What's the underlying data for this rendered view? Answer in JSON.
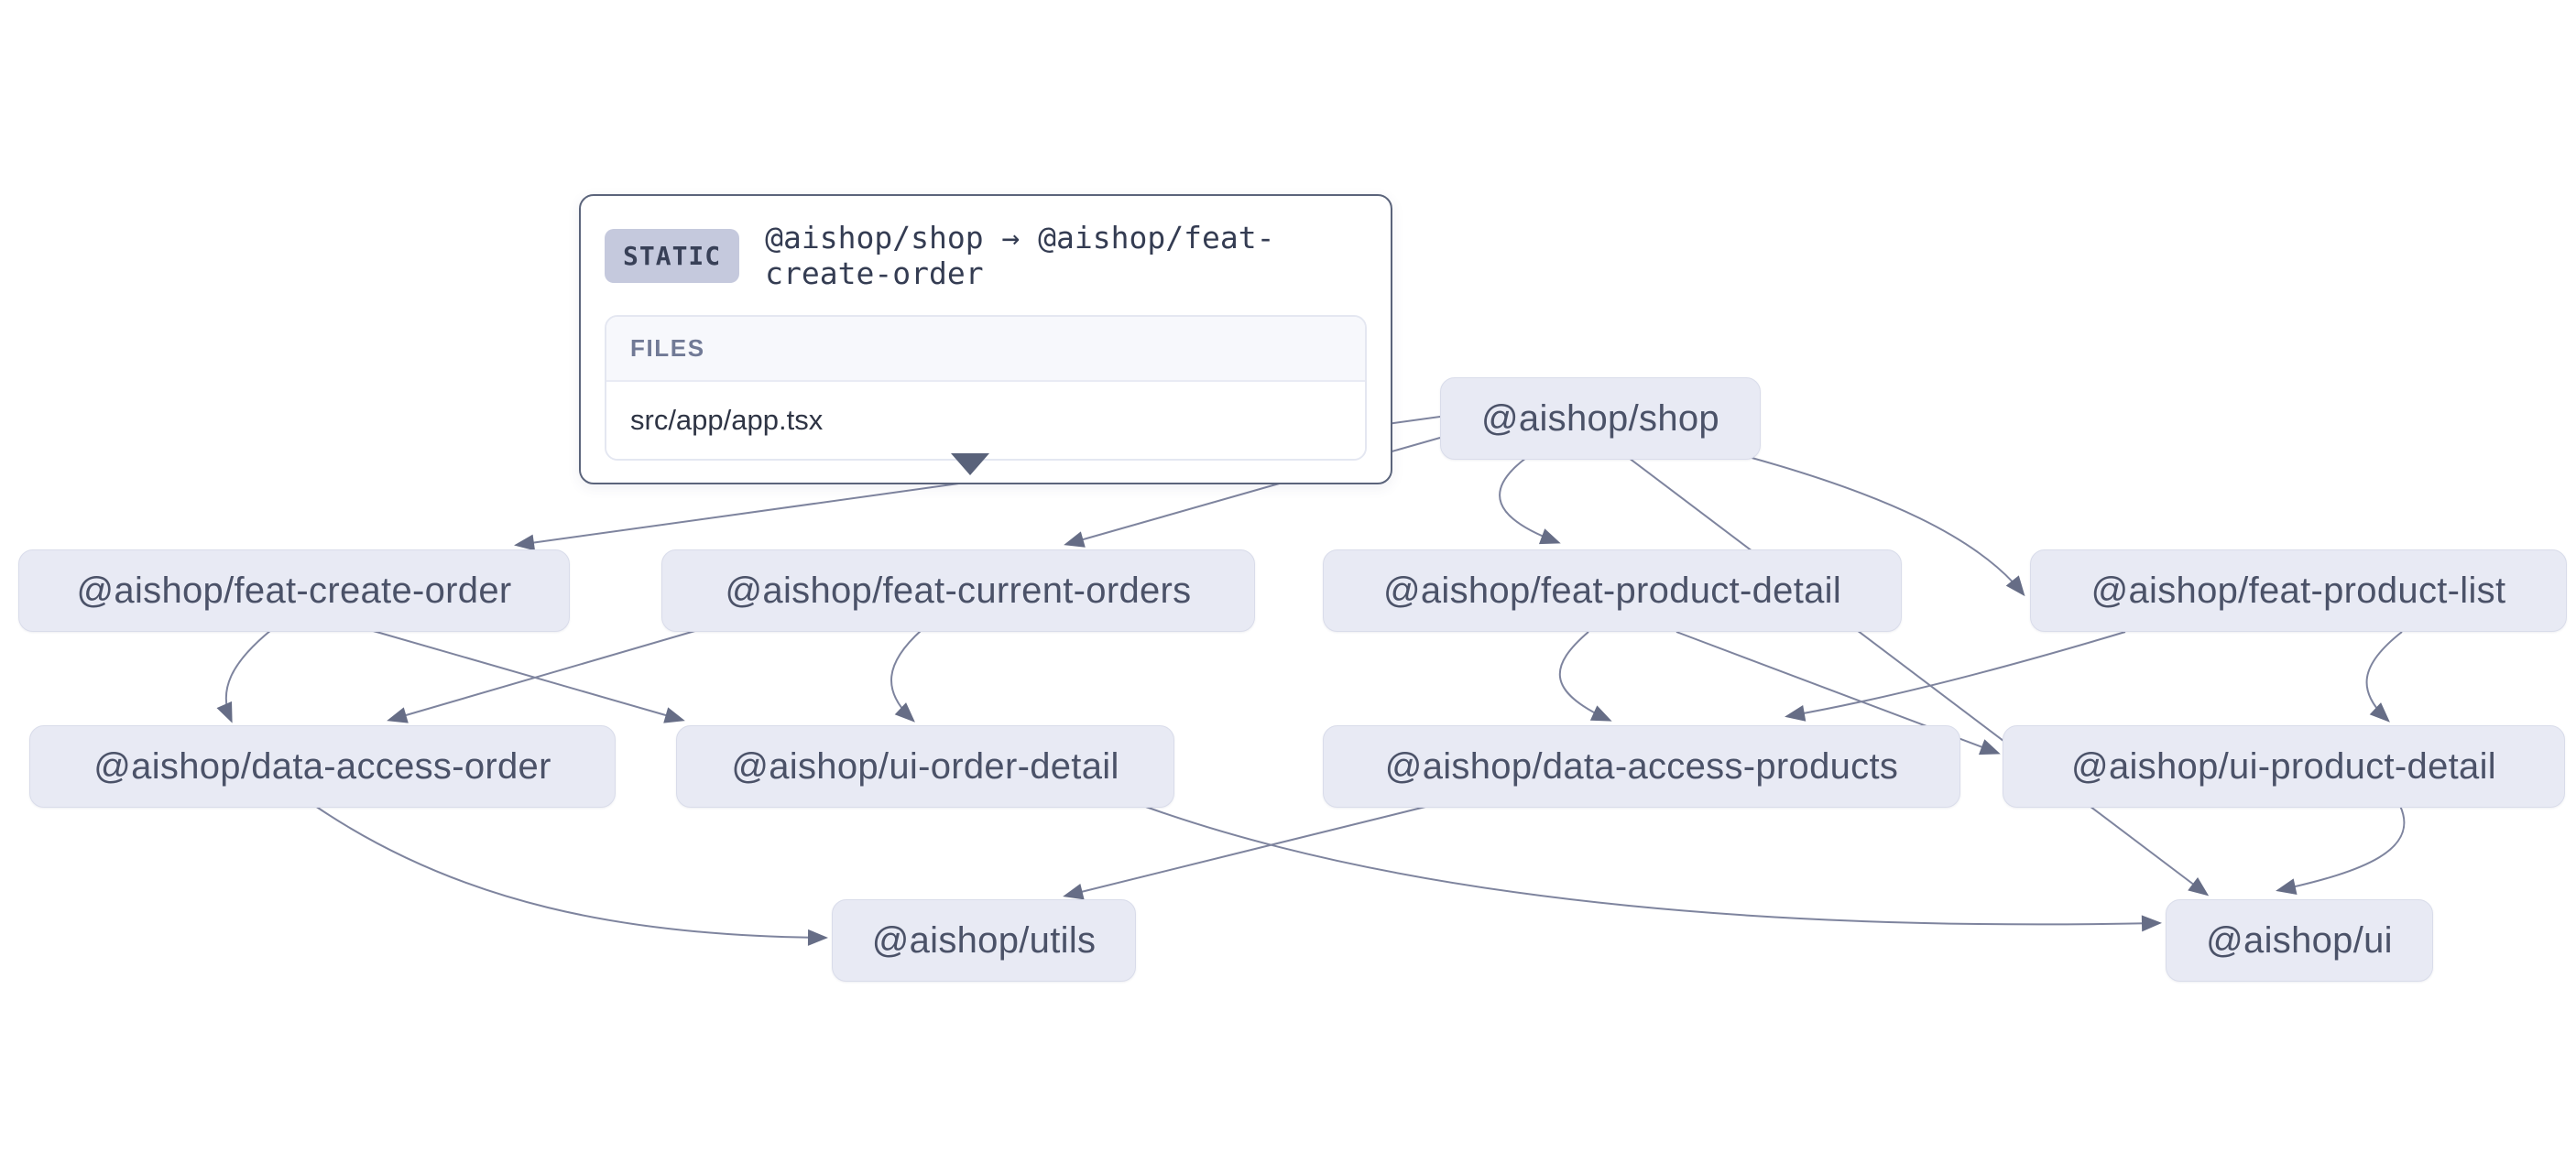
{
  "tooltip": {
    "type_label": "STATIC",
    "edge_label": "@aishop/shop → @aishop/feat-create-order",
    "files_header": "FILES",
    "files": [
      "src/app/app.tsx"
    ]
  },
  "graph": {
    "nodes": [
      {
        "id": "shop",
        "label": "@aishop/shop"
      },
      {
        "id": "feat-create-order",
        "label": "@aishop/feat-create-order"
      },
      {
        "id": "feat-current-orders",
        "label": "@aishop/feat-current-orders"
      },
      {
        "id": "feat-product-detail",
        "label": "@aishop/feat-product-detail"
      },
      {
        "id": "feat-product-list",
        "label": "@aishop/feat-product-list"
      },
      {
        "id": "data-access-order",
        "label": "@aishop/data-access-order"
      },
      {
        "id": "ui-order-detail",
        "label": "@aishop/ui-order-detail"
      },
      {
        "id": "data-access-products",
        "label": "@aishop/data-access-products"
      },
      {
        "id": "ui-product-detail",
        "label": "@aishop/ui-product-detail"
      },
      {
        "id": "utils",
        "label": "@aishop/utils"
      },
      {
        "id": "ui",
        "label": "@aishop/ui"
      }
    ],
    "edges": [
      {
        "from": "shop",
        "to": "feat-create-order",
        "hovered": true
      },
      {
        "from": "shop",
        "to": "feat-current-orders"
      },
      {
        "from": "shop",
        "to": "feat-product-detail"
      },
      {
        "from": "shop",
        "to": "feat-product-list"
      },
      {
        "from": "shop",
        "to": "ui"
      },
      {
        "from": "feat-create-order",
        "to": "data-access-order"
      },
      {
        "from": "feat-create-order",
        "to": "ui-order-detail"
      },
      {
        "from": "feat-current-orders",
        "to": "data-access-order"
      },
      {
        "from": "feat-current-orders",
        "to": "ui-order-detail"
      },
      {
        "from": "feat-product-detail",
        "to": "data-access-products"
      },
      {
        "from": "feat-product-detail",
        "to": "ui-product-detail"
      },
      {
        "from": "feat-product-list",
        "to": "data-access-products"
      },
      {
        "from": "feat-product-list",
        "to": "ui-product-detail"
      },
      {
        "from": "data-access-order",
        "to": "utils"
      },
      {
        "from": "data-access-products",
        "to": "utils"
      },
      {
        "from": "ui-order-detail",
        "to": "ui"
      },
      {
        "from": "ui-product-detail",
        "to": "ui"
      }
    ]
  },
  "colors": {
    "background": "#ffffff",
    "node_bg": "#e8eaf4",
    "node_text": "#4b5268",
    "edge_stroke": "#7e849e",
    "arrowhead": "#666d86",
    "tooltip_border": "#5b647b",
    "badge_bg": "#c5c9dd",
    "pointer": "#59627a"
  }
}
